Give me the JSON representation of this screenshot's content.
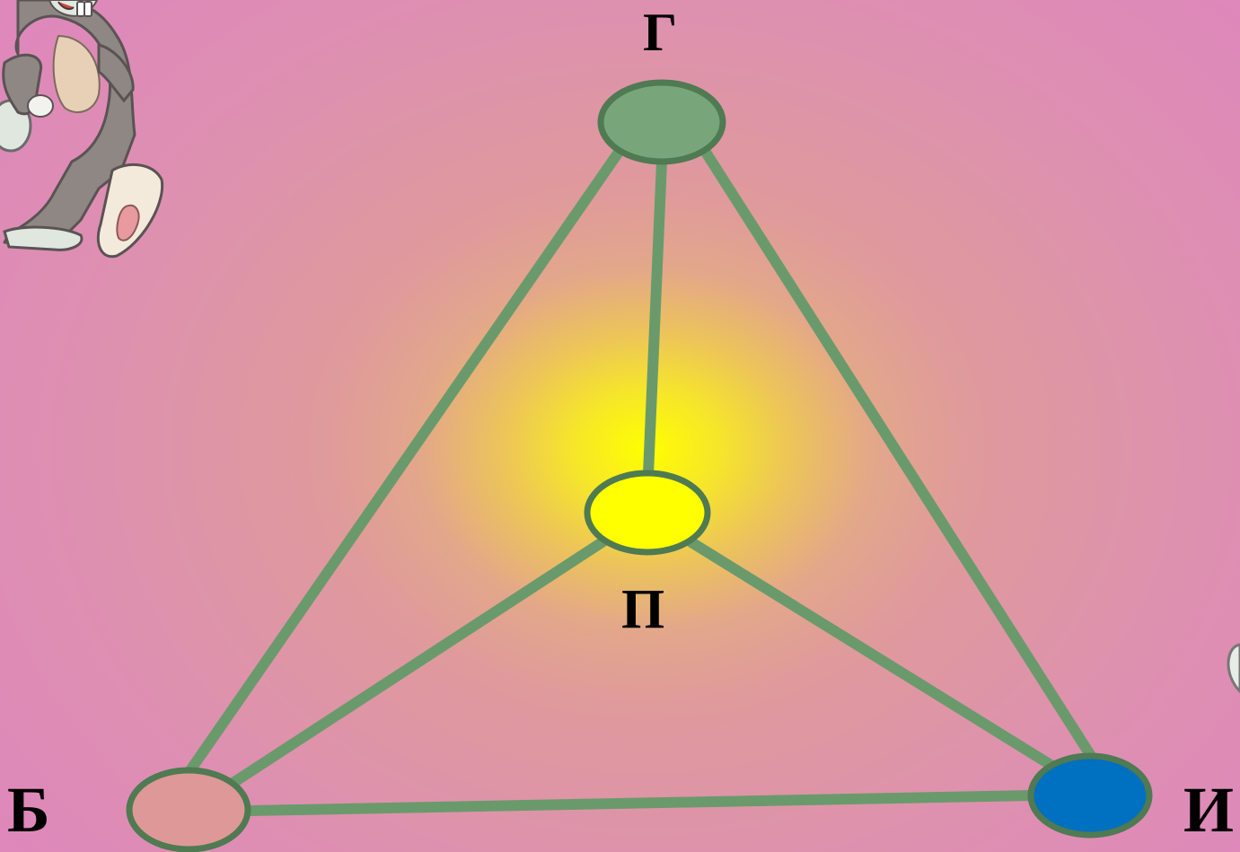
{
  "labels": {
    "top": "Г",
    "center": "П",
    "left": "Б",
    "right": "И"
  },
  "colors": {
    "edge": "#6a9a6c",
    "node_top_fill": "#78a57a",
    "node_center_fill": "#ffff00",
    "node_left_fill": "#de9898",
    "node_right_fill": "#0070c0",
    "node_stroke": "#4f7a52",
    "background_outer": "#de88bb",
    "background_glow": "#ffff00"
  },
  "decorations": {
    "left_mascot": "cartoon-rabbit",
    "right_mascot": "cartoon-rabbit-partial"
  }
}
